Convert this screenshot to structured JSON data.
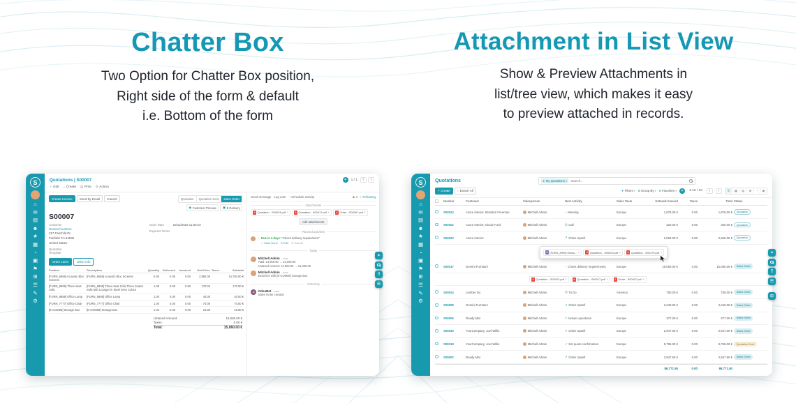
{
  "colors": {
    "accent": "#1598b4",
    "sidebar_teal": "#189aae",
    "pdf_red": "#e8453c",
    "bot_purple": "#875a7b"
  },
  "icons": {
    "logo": "S",
    "check": "✓",
    "plus": "+",
    "print": "▤",
    "gear": "⚙",
    "chev_left": "‹",
    "chev_right": "›",
    "caret": "▾",
    "globe": "◉",
    "truck": "▣",
    "clock": "◔",
    "user": "☻",
    "close": "×",
    "pencil": "✎",
    "x": "✕",
    "star": "★",
    "grid": "⊞",
    "menu": "☰",
    "sparkle": "✶",
    "filter": "▼",
    "export": "↑",
    "kanban": "▦",
    "calendar": "▤",
    "graph": "◔",
    "map": "◉",
    "pdf": "A",
    "smile": "☺",
    "dots": "⠿",
    "bot": "✶"
  },
  "sidebar": {
    "icons": [
      {
        "n": "home-icon",
        "g": "⌂"
      },
      {
        "n": "discuss-icon",
        "g": "✉"
      },
      {
        "n": "calendar-icon",
        "g": "▤"
      },
      {
        "n": "contacts-icon",
        "g": "☻"
      },
      {
        "n": "crm-icon",
        "g": "★"
      },
      {
        "n": "sales-icon",
        "g": "▦"
      },
      {
        "n": "dashboard-icon",
        "g": "◔"
      },
      {
        "n": "inventory-icon",
        "g": "▣"
      },
      {
        "n": "purchase-icon",
        "g": "⚑"
      },
      {
        "n": "accounting-icon",
        "g": "⊞"
      },
      {
        "n": "project-icon",
        "g": "☰"
      },
      {
        "n": "employees-icon",
        "g": "✎"
      },
      {
        "n": "settings-icon",
        "g": "⚙"
      }
    ]
  },
  "hero": {
    "left": {
      "title": "Chatter Box",
      "lines": [
        "Two Option for Chatter Box position,",
        "Right side of the form & default",
        "i.e. Bottom of the form"
      ]
    },
    "right": {
      "title": "Attachment in List View",
      "lines": [
        "Show & Preview Attachments in",
        "list/tree view, which makes it easy",
        "to preview attached in records."
      ]
    }
  },
  "form": {
    "breadcrumb": "Quotations | S00007",
    "toolbar": {
      "edit": "Edit",
      "create": "Create",
      "print": "Print",
      "action": "Action",
      "pager": "1 / 1"
    },
    "header": {
      "create_invoice": "Create Invoice",
      "send_by_email": "Send by Email",
      "cancel": "Cancel",
      "stages": [
        "Quotation",
        "Quotation Sent",
        "Sales Order"
      ]
    },
    "smart": {
      "preview": "Customer Preview",
      "delivery_count": "2",
      "delivery": "Delivery"
    },
    "name": "S00007",
    "fields": {
      "customer_label": "Customer",
      "customer_name": "Gemini Furniture",
      "addr1": "317 Fairchild Dr",
      "addr2": "Fairfield CA 94535",
      "addr3": "United States",
      "order_date_label": "Order Date",
      "order_date": "10/12/2022 11:50:23",
      "payment_terms_label": "Payment Terms",
      "template_label": "Quotation Template"
    },
    "tabs": {
      "a": "Order Lines",
      "b": "Other Info"
    },
    "table": {
      "columns": [
        "Product",
        "Description",
        "Quantity",
        "Delivered",
        "Invoiced",
        "Unit Price",
        "Taxes",
        "Subtotal"
      ],
      "rows": [
        {
          "product": "[FURN_6666] Acoustic Bloc Screens",
          "desc": "[FURN_6666] Acoustic Bloc Screens",
          "qty": "5.00",
          "delivered": "0.00",
          "invoiced": "0.00",
          "price": "2,950.00",
          "taxes": "",
          "subtotal": "14,750.00 €"
        },
        {
          "product": "[FURN_8999] Three-Seat Sofa",
          "desc": "[FURN_8999] Three-Seat Sofa Three Seater Sofa with Lounger in Steel Grey Colour",
          "qty": "1.00",
          "delivered": "0.00",
          "invoiced": "0.00",
          "price": "170.00",
          "taxes": "",
          "subtotal": "170.00 €"
        },
        {
          "product": "[FURN_8888] Office Lamp",
          "desc": "[FURN_8888] Office Lamp",
          "qty": "1.00",
          "delivered": "0.00",
          "invoiced": "0.00",
          "price": "40.00",
          "taxes": "",
          "subtotal": "40.00 €"
        },
        {
          "product": "[FURN_7777] Office Chair",
          "desc": "[FURN_7777] Office Chair",
          "qty": "1.00",
          "delivered": "0.00",
          "invoiced": "0.00",
          "price": "70.00",
          "taxes": "",
          "subtotal": "70.00 €"
        },
        {
          "product": "[E-COM08] Storage Box",
          "desc": "[E-COM08] Storage Box",
          "qty": "1.00",
          "delivered": "0.00",
          "invoiced": "0.00",
          "price": "15.80",
          "taxes": "",
          "subtotal": "15.80 €"
        }
      ]
    },
    "totals": {
      "untaxed_label": "Untaxed Amount:",
      "untaxed": "15,060.00 €",
      "taxes_label": "Taxes:",
      "taxes": "0.00 €",
      "total_label": "Total:",
      "total": "15,060.00 €"
    }
  },
  "chatter": {
    "send": "Send message",
    "log": "Log note",
    "schedule": "Schedule activity",
    "followers": "2",
    "following": "Following",
    "attachments_title": "Attachments",
    "files": [
      "Quotation - S00023.pdf",
      "Quotation - S00017.pdf",
      "Order - S00007.pdf"
    ],
    "add": "Add attachments",
    "planned": "Planned activities",
    "activity": {
      "due": "Due in 4 days:",
      "summary": "\"Check delivery requirement\"",
      "done": "Mark Done",
      "edit": "Edit",
      "cancel": "Cancel"
    },
    "today": "Today",
    "yesterday": "Yesterday",
    "messages": [
      {
        "author": "Mitchell Admin",
        "time": "- now",
        "line1": "Total: 14,950.00 → 15,060.00",
        "line2": "Untaxed Amount: 14,950.00 → 15,060.00"
      },
      {
        "author": "Mitchell Admin",
        "time": "- now",
        "line1": "Extra line with [E-COM08] Storage Box",
        "line2": ""
      }
    ],
    "bot": {
      "author": "OdooBot",
      "time": "- now",
      "line1": "Sales Order created."
    }
  },
  "list": {
    "title": "Quotations",
    "facet": "My Quotations",
    "search_placeholder": "Search...",
    "create": "Create",
    "export_all": "Export All",
    "filters": "Filters",
    "group_by": "Group By",
    "favorites": "Favorites",
    "pager": "1-10 / 10",
    "columns": [
      "Number",
      "Customer",
      "Salesperson",
      "Next Activity",
      "Sales Team",
      "Untaxed Amount",
      "Taxes",
      "Total",
      "Status"
    ],
    "rows_a": [
      {
        "number": "S00023",
        "customer": "Azure Interior, Brandon Freeman",
        "sales": "Mitchell Admin",
        "activity": "Meeting",
        "akind": "meeting",
        "aglyph": "◔",
        "team": "Europe",
        "untaxed": "1,878.00 €",
        "tax": "0.00",
        "total": "1,878.00 €",
        "status": "Quotation",
        "variant": "quotation"
      },
      {
        "number": "S00022",
        "customer": "Azure Interior, Nicole Ford",
        "sales": "Mitchell Admin",
        "activity": "Call",
        "akind": "call",
        "aglyph": "✆",
        "team": "Europe",
        "untaxed": "320.00 €",
        "tax": "0.00",
        "total": "320.00 €",
        "status": "Quotation",
        "variant": "quotation"
      },
      {
        "number": "S00020",
        "customer": "Azure Interior",
        "sales": "Mitchell Admin",
        "activity": "Order Upsell",
        "akind": "upsell",
        "aglyph": "➚",
        "team": "Europe",
        "untaxed": "2,666.00 €",
        "tax": "0.00",
        "total": "2,666.00 €",
        "status": "Quotation",
        "variant": "quotation"
      }
    ],
    "popover_files": [
      {
        "label": "[FURN_8999] Outdo...",
        "kind": "image"
      },
      {
        "label": "Quotation - S00023.pdf",
        "kind": "pdf"
      },
      {
        "label": "Quotation - S00179.pdf",
        "kind": "pdf"
      }
    ],
    "rows_b": [
      {
        "number": "S00017",
        "customer": "Gemini Furniture",
        "sales": "Mitchell Admin",
        "activity": "Check delivery requirements",
        "akind": "check",
        "aglyph": "◔",
        "team": "Europe",
        "untaxed": "15,060.00 €",
        "tax": "0.00",
        "total": "15,060.00 €",
        "status": "Sales Order",
        "variant": "sales_order"
      }
    ],
    "row_files": [
      {
        "label": "Quotation - S00023.pdf",
        "kind": "pdf"
      },
      {
        "label": "Quotation - S00017.pdf",
        "kind": "pdf"
      },
      {
        "label": "Order - S00007.pdf",
        "kind": "pdf"
      }
    ],
    "rows_c": [
      {
        "number": "S00024",
        "customer": "Lumber Inc",
        "sales": "Mitchell Admin",
        "activity": "To Do",
        "akind": "todo",
        "aglyph": "◎",
        "team": "America",
        "untaxed": "750.00 €",
        "tax": "0.00",
        "total": "750.00 €",
        "status": "Sales Order",
        "variant": "sales_order"
      },
      {
        "number": "S00008",
        "customer": "Gemini Furniture",
        "sales": "Mitchell Admin",
        "activity": "Order Upsell",
        "akind": "upsell",
        "aglyph": "➚",
        "team": "Europe",
        "untaxed": "2,240.00 €",
        "tax": "0.00",
        "total": "2,240.00 €",
        "status": "Sales Order",
        "variant": "sales_order"
      },
      {
        "number": "S00005",
        "customer": "Ready Mat",
        "sales": "Mitchell Admin",
        "activity": "Answer questions",
        "akind": "answer",
        "aglyph": "?",
        "team": "Europe",
        "untaxed": "377.00 €",
        "tax": "0.00",
        "total": "377.00 €",
        "status": "Sales Order",
        "variant": "sales_order"
      },
      {
        "number": "S00019",
        "customer": "YourCompany, Joel Willis",
        "sales": "Mitchell Admin",
        "activity": "Order Upsell",
        "akind": "upsell",
        "aglyph": "➚",
        "team": "Europe",
        "untaxed": "2,947.00 €",
        "tax": "0.00",
        "total": "2,947.00 €",
        "status": "Sales Order",
        "variant": "sales_order"
      },
      {
        "number": "S00018",
        "customer": "YourCompany, Joel Willis",
        "sales": "Mitchell Admin",
        "activity": "Set quote confirmation",
        "akind": "quote",
        "aglyph": "✓",
        "team": "Europe",
        "untaxed": "9,755.00 €",
        "tax": "0.00",
        "total": "9,755.00 €",
        "status": "Quotation Sent",
        "variant": "quotation_sent"
      },
      {
        "number": "S00002",
        "customer": "Ready Mat",
        "sales": "Mitchell Admin",
        "activity": "Order Upsell",
        "akind": "upsell",
        "aglyph": "➚",
        "team": "Europe",
        "untaxed": "2,947.50 €",
        "tax": "0.00",
        "total": "2,947.50 €",
        "status": "Sales Order",
        "variant": "sales_order"
      }
    ],
    "footer": {
      "untaxed": "86,771.50",
      "taxes": "0.00",
      "total": "86,771.50"
    }
  }
}
